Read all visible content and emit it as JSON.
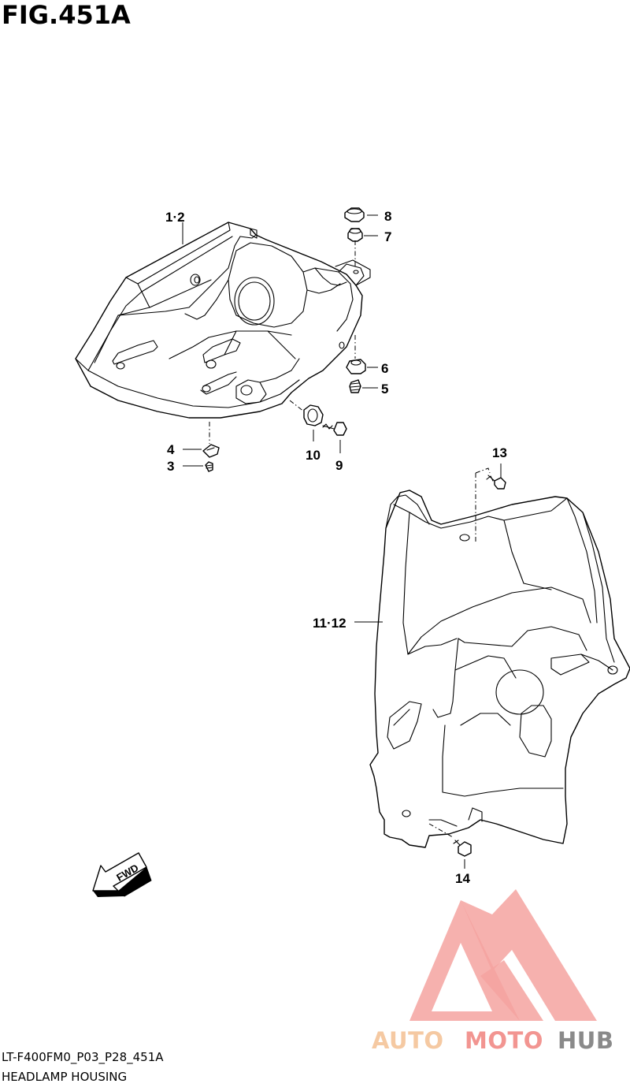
{
  "figure": {
    "title": "FIG.451A",
    "code": "LT-F400FM0_P03_P28_451A",
    "name": "HEADLAMP HOUSING"
  },
  "callouts": [
    "1·2",
    "3",
    "4",
    "5",
    "6",
    "7",
    "8",
    "9",
    "10",
    "11·12",
    "13",
    "14"
  ],
  "direction_arrow": {
    "label": "FWD"
  },
  "watermark": {
    "word1": "AUTO",
    "word2": "MOTO",
    "word3": "HUB",
    "colors": {
      "auto": "#f5c9a2",
      "moto": "#f29591",
      "hub": "#8a8a8a",
      "logo": "#f4a3a0"
    }
  }
}
